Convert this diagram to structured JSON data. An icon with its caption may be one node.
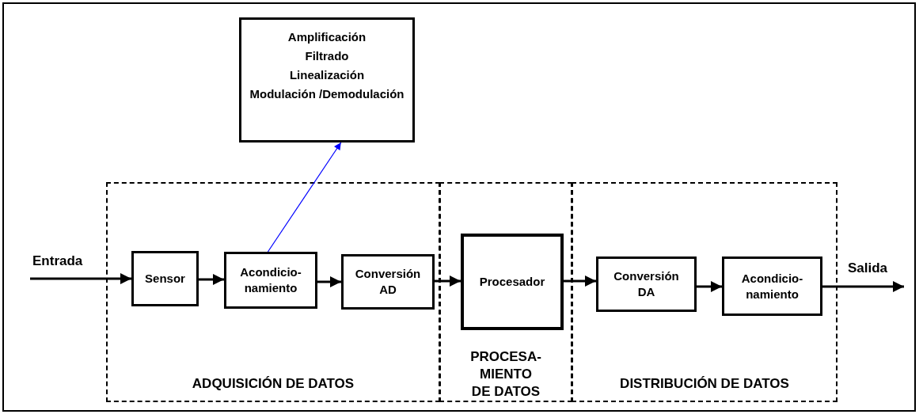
{
  "diagram": {
    "nodes": [
      {
        "text": [
          "ADQUISICIÓN DE DATOS"
        ]
      },
      {
        "text": [
          "PROCESA- MIENTO DE DATOS"
        ]
      },
      {
        "text": [
          "DISTRIBUCIÓN DE DATOS"
        ]
      },
      {
        "text": [
          "Amplificación",
          "Filtrado",
          "Linealización",
          "Modulación /Demodulación"
        ]
      },
      {
        "text": [
          "Sensor"
        ],
        "in": 0
      },
      {
        "text": [
          "Acondicio- namiento"
        ],
        "in": 0
      },
      {
        "text": [
          "Conversión AD"
        ],
        "in": 0
      },
      {
        "text": [
          "Procesador"
        ],
        "in": 1
      },
      {
        "text": [
          "Conversión DA"
        ],
        "in": 2
      },
      {
        "text": [
          "Acondicio- namiento"
        ],
        "in": 2
      }
    ],
    "edges": [
      {
        "from": null,
        "to": 4,
        "arrow": "to",
        "label": "Entrada"
      },
      {
        "from": 4,
        "to": 5,
        "arrow": "to"
      },
      {
        "from": 5,
        "to": 6,
        "arrow": "to"
      },
      {
        "from": 6,
        "to": 7,
        "arrow": "to"
      },
      {
        "from": 7,
        "to": 8,
        "arrow": "to"
      },
      {
        "from": 8,
        "to": 9,
        "arrow": "to"
      },
      {
        "from": 9,
        "to": null,
        "arrow": "to",
        "label": "Salida"
      },
      {
        "from": 5,
        "to": 3,
        "arrow": "to",
        "color": "#0000ff"
      }
    ]
  }
}
